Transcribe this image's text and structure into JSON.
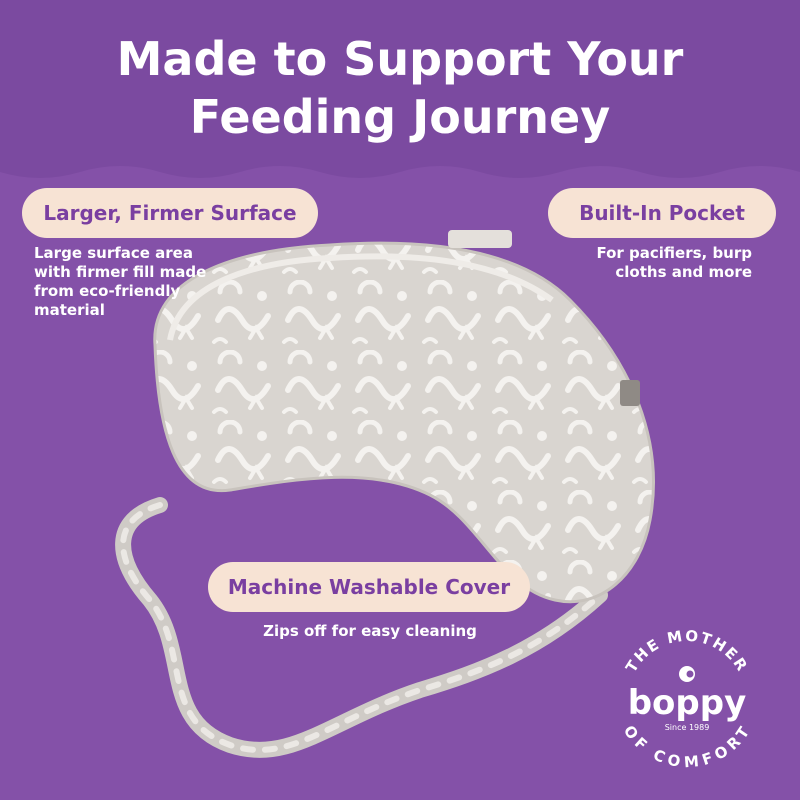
{
  "headline": {
    "line1": "Made to Support Your",
    "line2": "Feeding Journey"
  },
  "features": {
    "surface": {
      "label": "Larger,  Firmer Surface",
      "description": "Large surface area with firmer fill made from eco-friendly material"
    },
    "pocket": {
      "label": "Built-In Pocket",
      "description": "For pacifiers, burp cloths and more"
    },
    "cover": {
      "label": "Machine Washable Cover",
      "description": "Zips off for easy cleaning"
    }
  },
  "logo": {
    "brand": "boppy",
    "ring_top": "THE MOTHER",
    "ring_bottom": "OF COMFORT",
    "since": "Since 1989"
  },
  "colors": {
    "background": "#8451a8",
    "background_dark": "#7b4aa0",
    "pill_fill": "#f7e3d4",
    "pill_text": "#7a3fa1",
    "pillow_fabric": "#d9d5d0",
    "text": "#ffffff"
  }
}
